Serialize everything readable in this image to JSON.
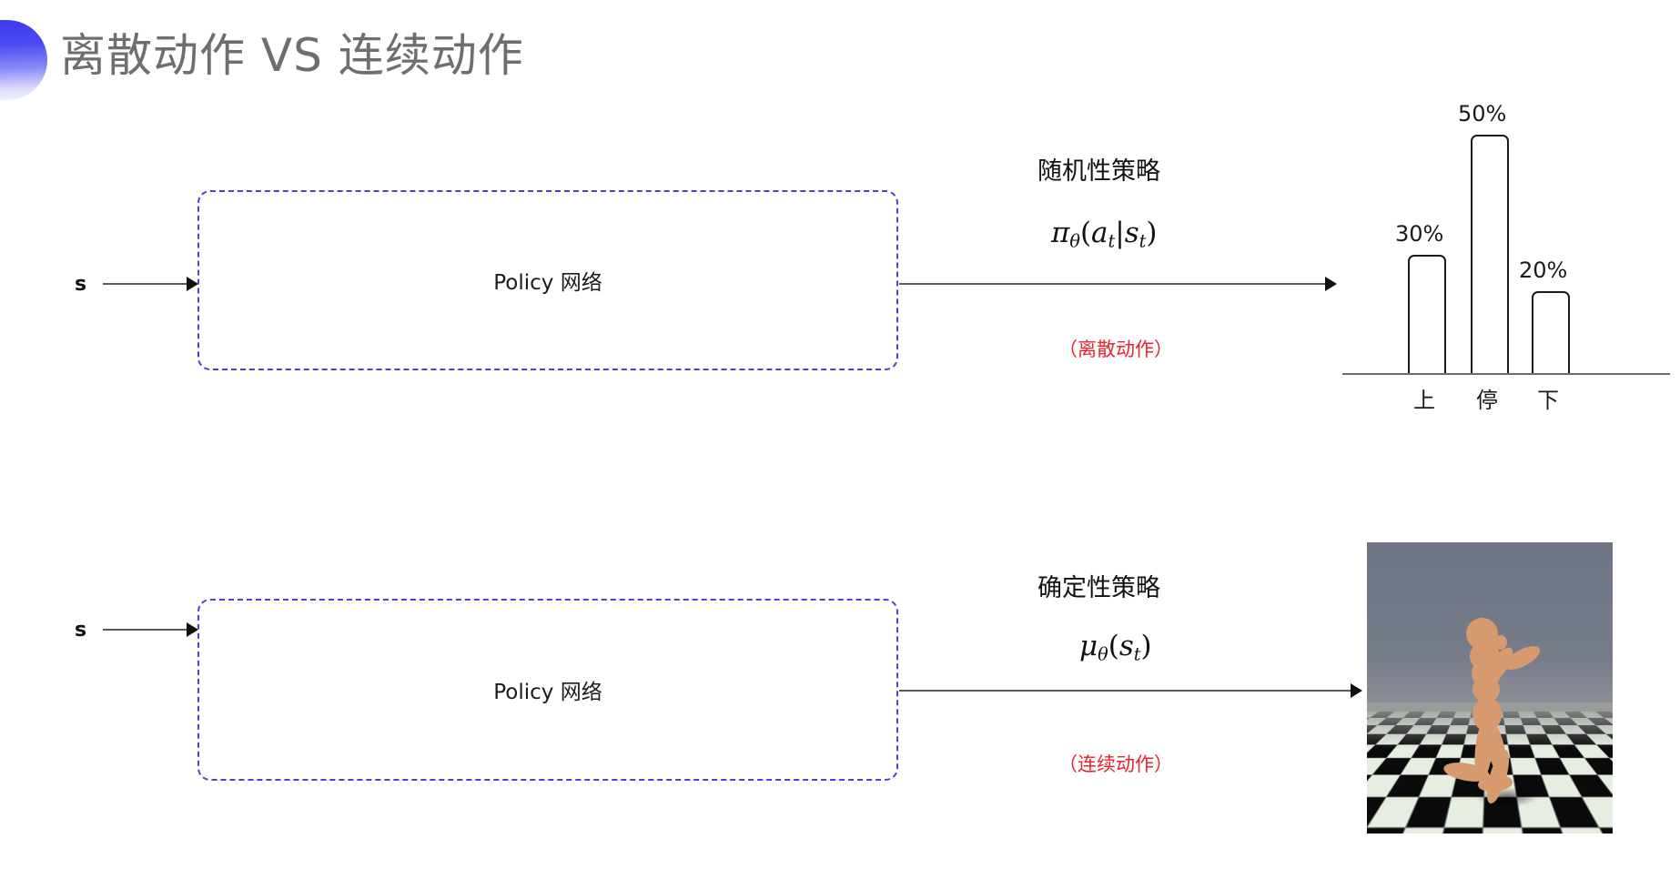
{
  "slide": {
    "title": "离散动作 VS 连续动作",
    "accent_color": "#3b3bf0",
    "text_color": "#6e6e6e"
  },
  "rows": [
    {
      "id": "discrete",
      "state_label": "s",
      "box_label": "Policy 网络",
      "policy_name": "随机性策略",
      "formula": {
        "symbol": "π",
        "param": "θ",
        "open": "(",
        "arg1": "a",
        "arg1_sub": "t",
        "bar": "|",
        "arg2": "s",
        "arg2_sub": "t",
        "close": ")"
      },
      "action_type": "（离散动作）",
      "action_type_color": "#e8252c"
    },
    {
      "id": "continuous",
      "state_label": "s",
      "box_label": "Policy 网络",
      "policy_name": "确定性策略",
      "formula": {
        "symbol": "μ",
        "param": "θ",
        "open": "(",
        "arg1": "s",
        "arg1_sub": "t",
        "close": ")"
      },
      "action_type": "（连续动作）",
      "action_type_color": "#e8252c",
      "sim_caption": "humanoid-simulation-frame"
    }
  ],
  "chart_data": {
    "type": "bar",
    "title": "",
    "xlabel": "",
    "ylabel": "",
    "categories": [
      "上",
      "停",
      "下"
    ],
    "values": [
      30,
      50,
      20
    ],
    "value_labels": [
      "30%",
      "50%",
      "20%"
    ],
    "ylim": [
      0,
      60
    ],
    "grid": false,
    "legend": "none",
    "bar_style": "outlined"
  },
  "icons": {
    "title_decoration": "half-circle-decoration",
    "arrow": "arrow-right-icon"
  }
}
